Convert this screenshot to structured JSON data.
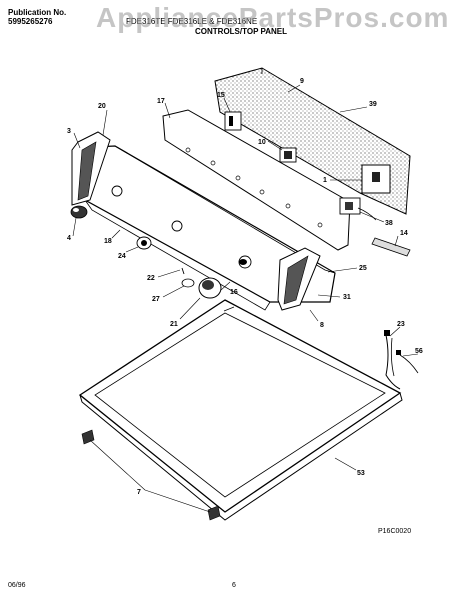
{
  "header": {
    "publication_label": "Publication No.",
    "publication_number": "5995265276",
    "model_numbers": "FDE316TE  FDE316LE & FDE316NE",
    "section_title": "CONTROLS/TOP PANEL"
  },
  "watermark": "AppliancePartsPros.com",
  "callouts": [
    {
      "id": "9",
      "label": "9"
    },
    {
      "id": "39",
      "label": "39"
    },
    {
      "id": "20",
      "label": "20"
    },
    {
      "id": "17",
      "label": "17"
    },
    {
      "id": "15",
      "label": "15"
    },
    {
      "id": "3",
      "label": "3"
    },
    {
      "id": "10",
      "label": "10"
    },
    {
      "id": "1",
      "label": "1"
    },
    {
      "id": "4",
      "label": "4"
    },
    {
      "id": "18",
      "label": "18"
    },
    {
      "id": "38",
      "label": "38"
    },
    {
      "id": "14",
      "label": "14"
    },
    {
      "id": "24",
      "label": "24"
    },
    {
      "id": "25",
      "label": "25"
    },
    {
      "id": "22",
      "label": "22"
    },
    {
      "id": "16",
      "label": "16"
    },
    {
      "id": "27",
      "label": "27"
    },
    {
      "id": "31",
      "label": "31"
    },
    {
      "id": "21",
      "label": "21"
    },
    {
      "id": "8",
      "label": "8"
    },
    {
      "id": "23",
      "label": "23"
    },
    {
      "id": "56",
      "label": "56"
    },
    {
      "id": "53",
      "label": "53"
    },
    {
      "id": "7",
      "label": "7"
    }
  ],
  "figure_code": "P16C0020",
  "footer": {
    "date": "06/96",
    "page": "6"
  }
}
